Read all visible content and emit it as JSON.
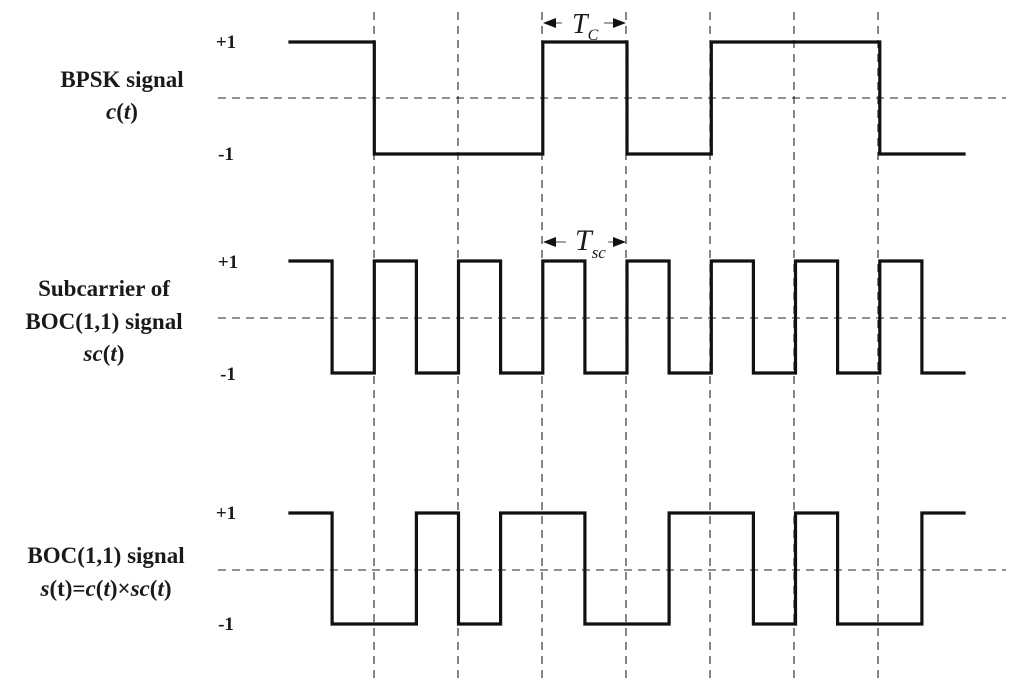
{
  "panels": [
    {
      "title_lines": [
        "BPSK signal"
      ],
      "expr": [
        {
          "t": "c",
          "i": true
        },
        {
          "t": "(",
          "i": false
        },
        {
          "t": "t",
          "i": true
        },
        {
          "t": ")",
          "i": false
        }
      ],
      "level_high": "+1",
      "level_low": "-1",
      "levels": [
        1,
        -1,
        -1,
        1,
        -1,
        1,
        1,
        -1
      ]
    },
    {
      "title_lines": [
        "Subcarrier of",
        "BOC(1,1) signal"
      ],
      "expr": [
        {
          "t": "sc",
          "i": true
        },
        {
          "t": "(",
          "i": false
        },
        {
          "t": "t",
          "i": true
        },
        {
          "t": ")",
          "i": false
        }
      ],
      "level_high": "+1",
      "level_low": "-1",
      "levels": [
        1,
        -1,
        1,
        -1,
        1,
        -1,
        1,
        -1,
        1,
        -1,
        1,
        -1,
        1,
        -1,
        1,
        -1
      ]
    },
    {
      "title_lines": [
        "BOC(1,1) signal"
      ],
      "expr": [
        {
          "t": "s",
          "i": true
        },
        {
          "t": "(t)=",
          "i": false
        },
        {
          "t": "c",
          "i": true
        },
        {
          "t": "(",
          "i": false
        },
        {
          "t": "t",
          "i": true
        },
        {
          "t": ")×",
          "i": false
        },
        {
          "t": "sc",
          "i": true
        },
        {
          "t": "(",
          "i": false
        },
        {
          "t": "t",
          "i": true
        },
        {
          "t": ")",
          "i": false
        }
      ],
      "level_high": "+1",
      "level_low": "-1",
      "levels": [
        1,
        -1,
        -1,
        1,
        -1,
        1,
        1,
        -1,
        -1,
        1,
        1,
        -1,
        1,
        -1,
        -1,
        1
      ]
    }
  ],
  "annotations": {
    "tc": {
      "base": "T",
      "sub": "C"
    },
    "tsc": {
      "base": "T",
      "sub": "sc"
    }
  },
  "colors": {
    "ink": "#111111"
  }
}
